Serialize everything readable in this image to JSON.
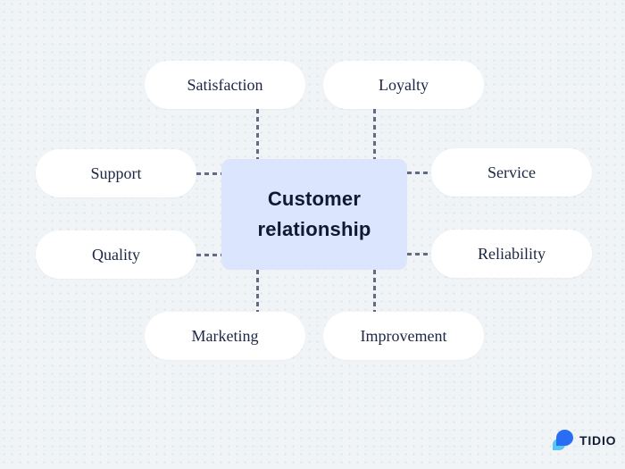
{
  "diagram": {
    "center": {
      "label": "Customer relationship"
    },
    "nodes": [
      {
        "id": "satisfaction",
        "label": "Satisfaction",
        "position": "top-left"
      },
      {
        "id": "loyalty",
        "label": "Loyalty",
        "position": "top-right"
      },
      {
        "id": "support",
        "label": "Support",
        "position": "left-upper"
      },
      {
        "id": "service",
        "label": "Service",
        "position": "right-upper"
      },
      {
        "id": "quality",
        "label": "Quality",
        "position": "left-lower"
      },
      {
        "id": "reliability",
        "label": "Reliability",
        "position": "right-lower"
      },
      {
        "id": "marketing",
        "label": "Marketing",
        "position": "bottom-left"
      },
      {
        "id": "improvement",
        "label": "Improvement",
        "position": "bottom-right"
      }
    ]
  },
  "branding": {
    "logo_text": "TIDIO"
  },
  "colors": {
    "background": "#f0f4f6",
    "center_box": "#dbe5fd",
    "node_fill": "#ffffff",
    "text": "#1c2644",
    "center_text": "#101834",
    "connector": "#636b84",
    "logo_blue": "#2a6df5",
    "logo_light_blue": "#54c7f2"
  }
}
